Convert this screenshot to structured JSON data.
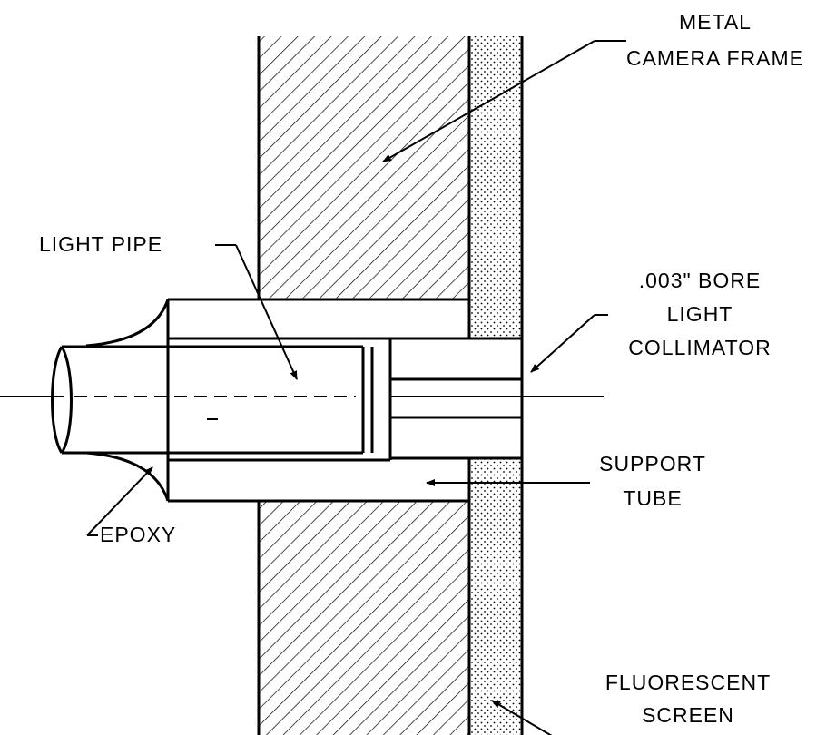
{
  "labels": {
    "metal_camera_frame": [
      "METAL",
      "CAMERA FRAME"
    ],
    "light_pipe": "LIGHT PIPE",
    "bore_light_collimator": [
      ".003\" BORE",
      "LIGHT",
      "COLLIMATOR"
    ],
    "support_tube": [
      "SUPPORT",
      "TUBE"
    ],
    "epoxy": "EPOXY",
    "fluorescent_screen": [
      "FLUORESCENT",
      "SCREEN"
    ]
  },
  "colors": {
    "ink": "#000000",
    "paper": "#ffffff"
  }
}
